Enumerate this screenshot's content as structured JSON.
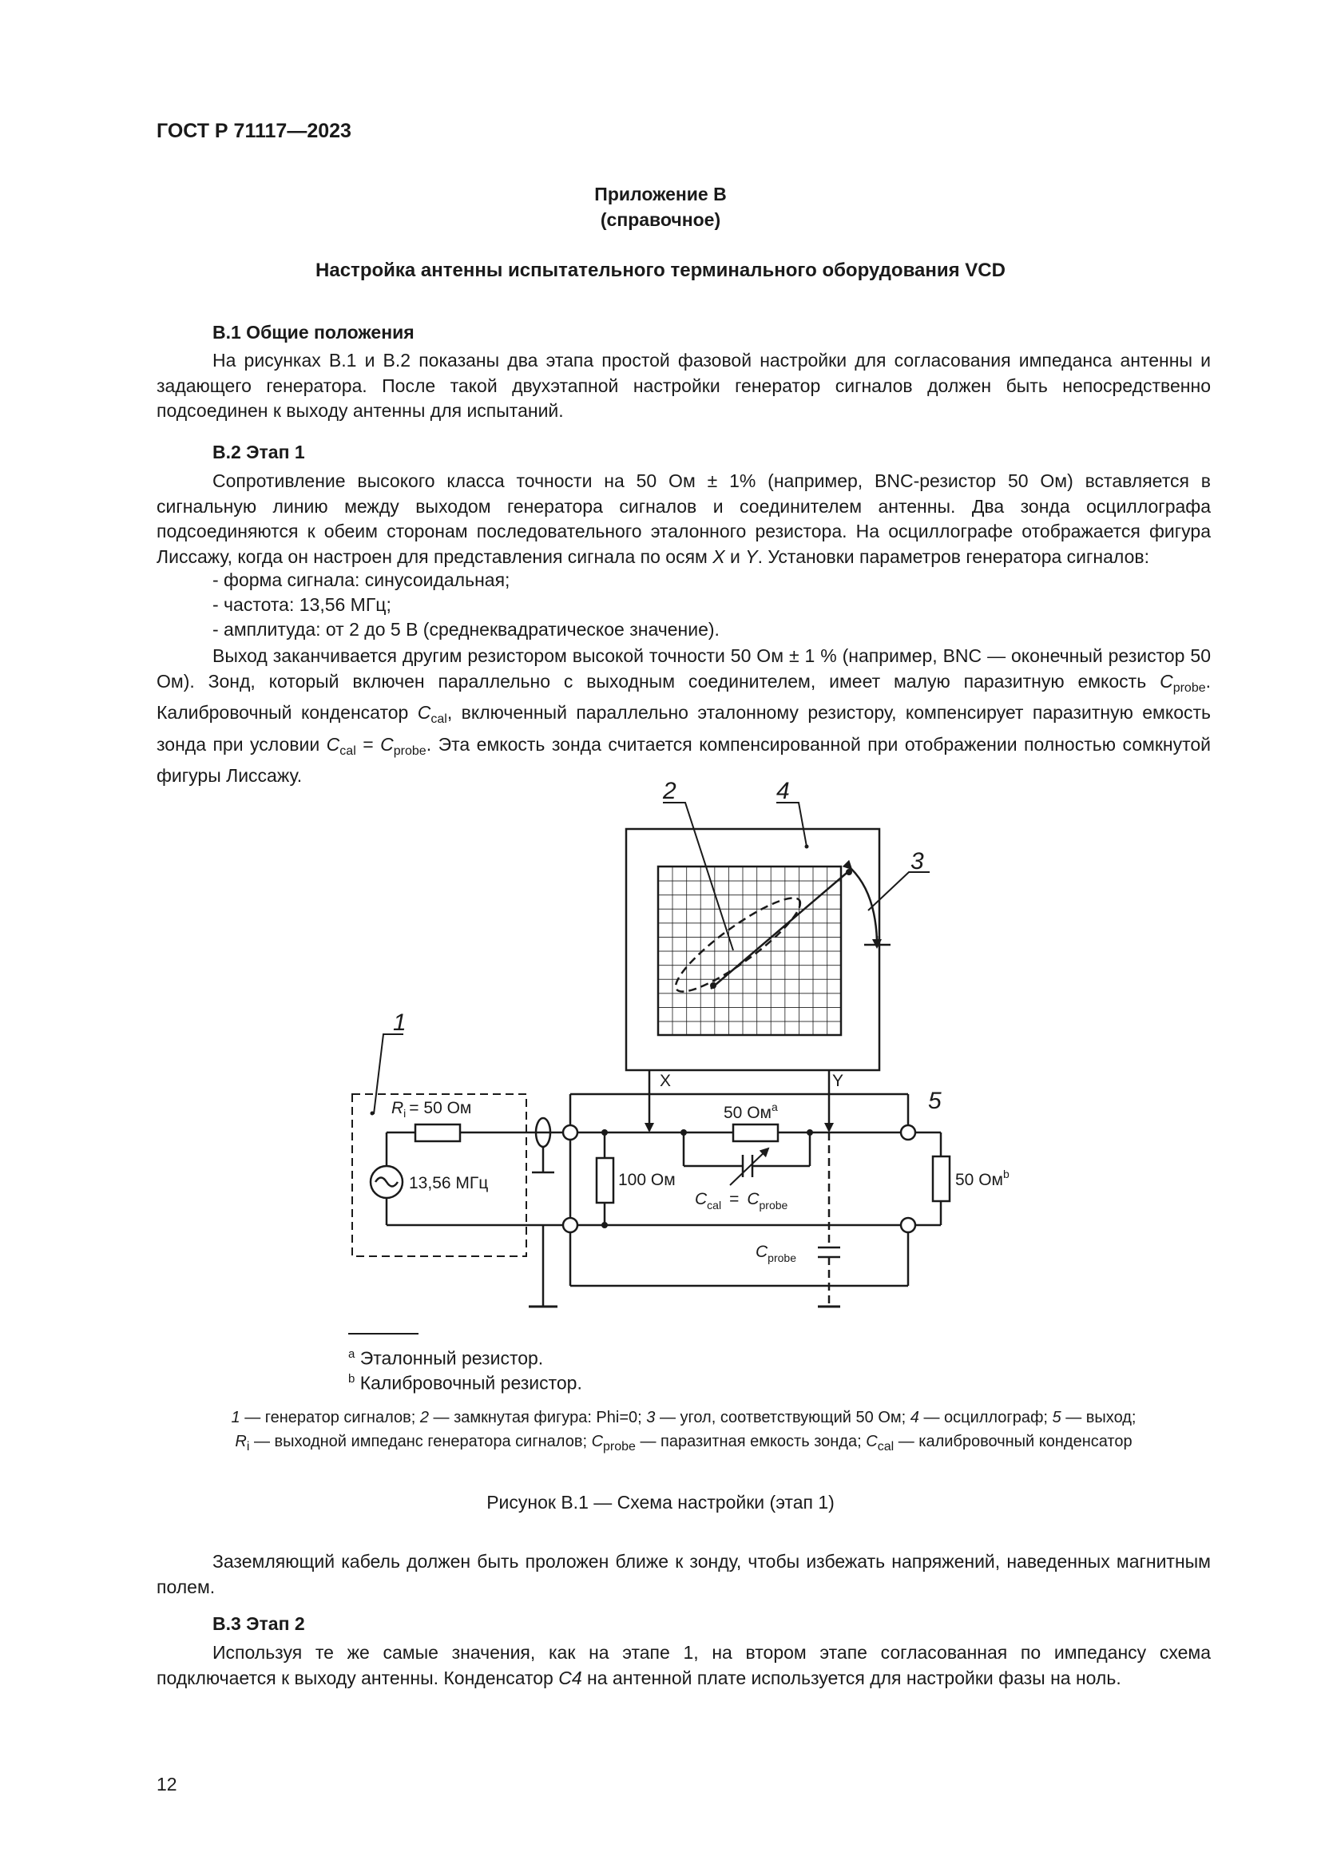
{
  "header": {
    "standard": "ГОСТ Р 71117—2023"
  },
  "appendix": {
    "label": "Приложение В",
    "type": "(справочное)"
  },
  "title": "Настройка антенны испытательного терминального оборудования VCD",
  "sections": {
    "b1": {
      "heading": "В.1 Общие положения",
      "text": "На рисунках В.1 и В.2 показаны два этапа простой фазовой настройки для согласования импеданса антенны и задающего генератора. После такой двухэтапной настройки генератор сигналов должен быть непосредственно подсоединен к выходу антенны для испытаний."
    },
    "b2": {
      "heading": "В.2 Этап 1",
      "text": "Сопротивление высокого класса точности на 50 Ом ± 1% (например, BNC-резистор 50 Ом) вставляется в сигнальную линию между выходом генератора сигналов и соединителем антенны. Два зонда осциллографа подсоединяются к обеим сторонам последовательного эталонного резистора. На осциллографе отображается фигура Лиссажу, когда он настроен для представления сигнала по осям",
      "axis_x": "X",
      "and": "и",
      "axis_y": "Y",
      "text_end": ". Установки параметров генератора сигналов:",
      "list": [
        "- форма сигнала: синусоидальная;",
        "- частота: 13,56 МГц;",
        "- амплитуда: от 2 до 5 В (среднеквадратическое значение)."
      ],
      "text2_a": "Выход заканчивается другим резистором высокой точности 50 Ом ± 1 % (например, BNC — оконечный резистор 50 Ом). Зонд, который включен параллельно с выходным соединителем, имеет малую паразитную емкость",
      "c": "C",
      "probe": "probe",
      "cal": "cal",
      "text2_b": ". Калибровочный конденсатор",
      "text2_c": ", включенный параллельно эталонному резистору, компенсирует паразитную емкость зонда при условии",
      "eq": "=",
      "text2_d": ". Эта емкость зонда считается компенсированной при отображении полностью сомкнутой фигуры Лиссажу."
    },
    "b3": {
      "heading": "В.3 Этап 2",
      "text": "Используя те же самые значения, как на этапе 1, на втором этапе согласованная по импедансу схема подключается к выходу антенны. Конденсатор",
      "c4": "С4",
      "text_end": "на антенной плате используется для настройки фазы на ноль."
    }
  },
  "figure": {
    "labels": {
      "n1": "1",
      "n2": "2",
      "n3": "3",
      "n4": "4",
      "n5": "5"
    },
    "ri": "R",
    "ri_sub": "i",
    "ri_val": "= 50 Ом",
    "freq": "13,56 МГц",
    "r100": "100 Ом",
    "r_ref": "50 Ом",
    "r_ref_note": "a",
    "r_term": "50 Ом",
    "r_term_note": "b",
    "ccal": "C",
    "ccal_sub": "cal",
    "eq": "=",
    "cprobe": "C",
    "cprobe_sub": "probe",
    "x": "X",
    "y": "Y",
    "notes": [
      {
        "mark": "a",
        "text": "Эталонный резистор."
      },
      {
        "mark": "b",
        "text": "Калибровочный резистор."
      }
    ],
    "legend_line1": "— генератор сигналов;",
    "legend_2": "— замкнутая фигура: Phi=0;",
    "legend_3": "— угол, соответствующий 50 Ом;",
    "legend_4": "— осциллограф;",
    "legend_5": "— выход;",
    "legend_ri": "— выходной импеданс генератора сигналов;",
    "legend_cprobe": "— паразитная емкость зонда;",
    "legend_ccal": "— калибровочный конденсатор",
    "caption": "Рисунок В.1 — Схема настройки (этап 1)"
  },
  "after_figure": "Заземляющий кабель должен быть проложен ближе к зонду, чтобы избежать напряжений, наведенных магнитным полем.",
  "page_number": "12"
}
